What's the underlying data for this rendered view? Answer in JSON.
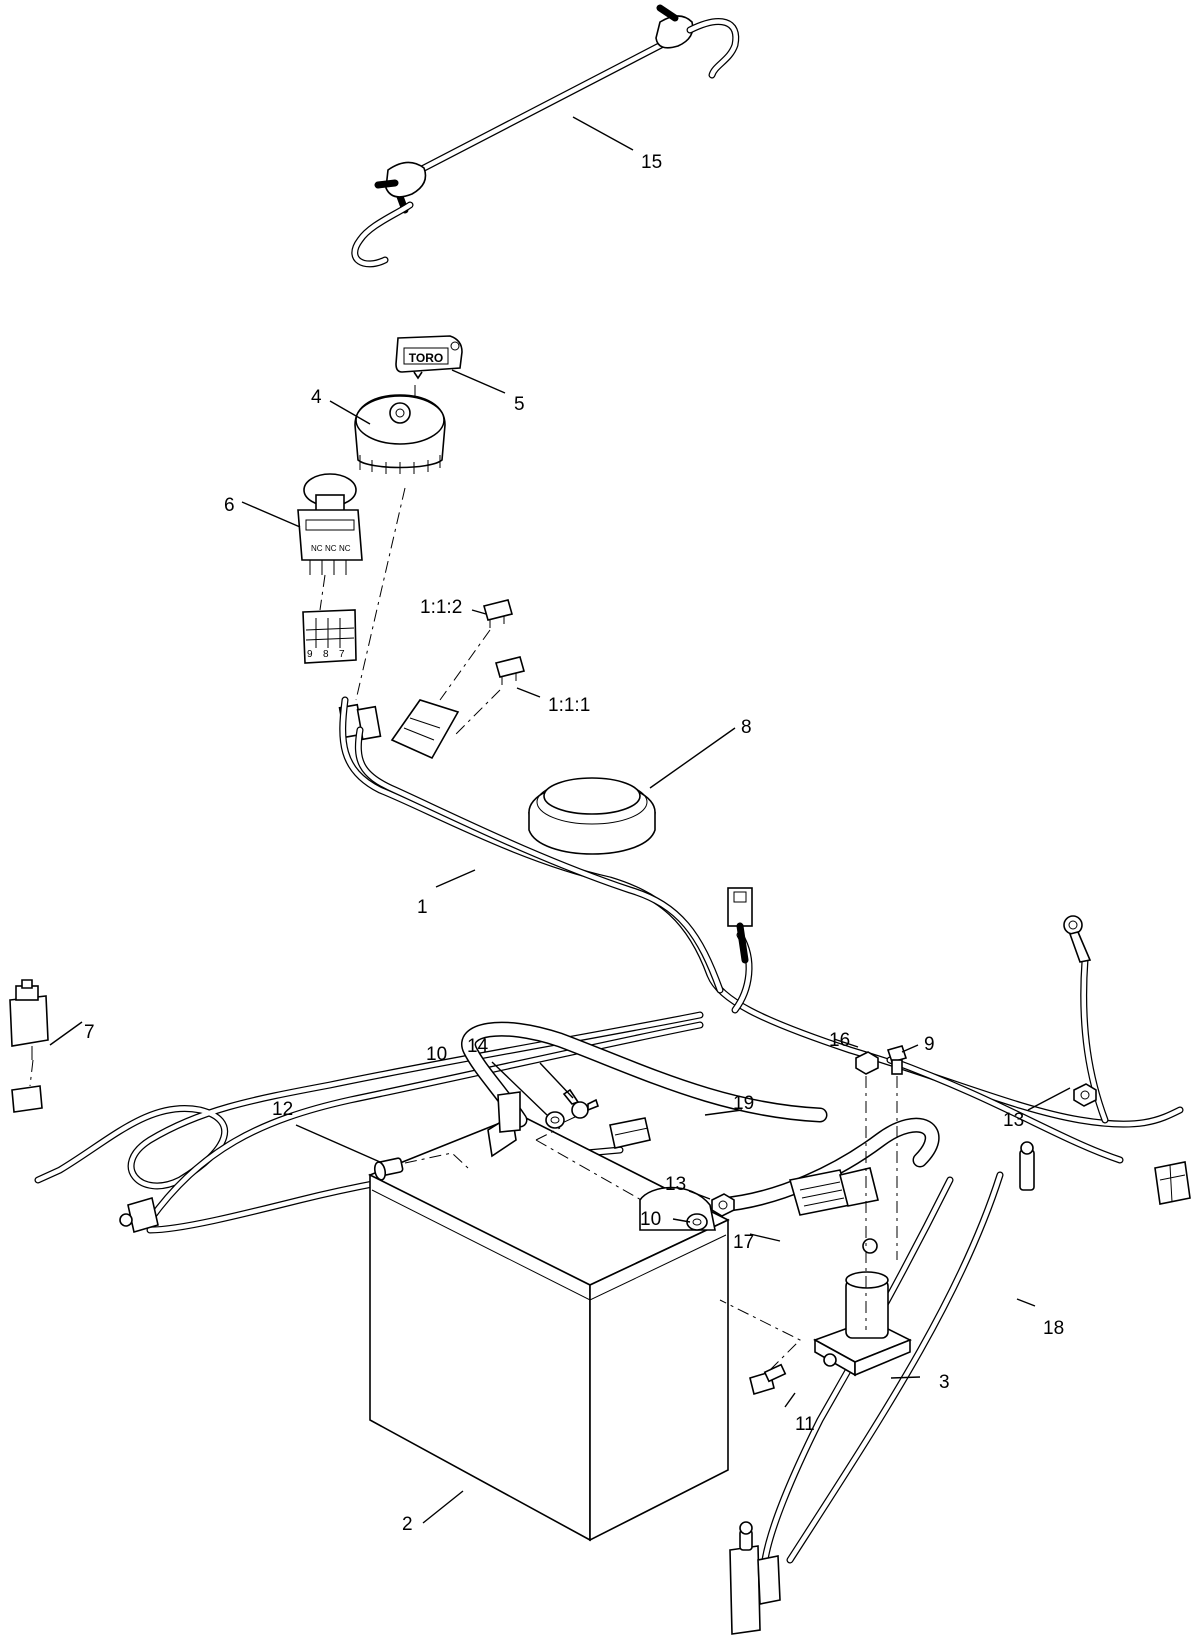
{
  "callouts": {
    "c15": "15",
    "c5": "5",
    "c4": "4",
    "c6": "6",
    "c112": "1:1:2",
    "c111": "1:1:1",
    "c8": "8",
    "c1": "1",
    "c7": "7",
    "c14": "14",
    "c10a": "10",
    "c16": "16",
    "c9": "9",
    "c12": "12",
    "c19": "19",
    "c13a": "13",
    "c13b": "13",
    "c10b": "10",
    "c17": "17",
    "c18": "18",
    "c3": "3",
    "c11": "11",
    "c2": "2"
  },
  "key_text": "TORO",
  "switch_terminals": [
    "NC",
    "NC",
    "NC"
  ],
  "connector_pins": [
    "9",
    "8",
    "7"
  ]
}
